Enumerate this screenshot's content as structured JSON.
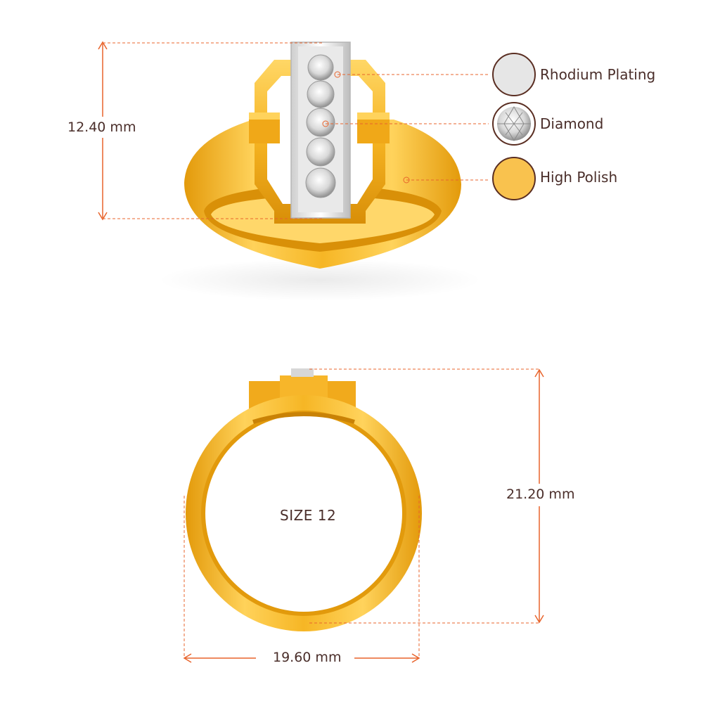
{
  "dimensions": {
    "height": "12.40 mm",
    "outer_diameter": "21.20 mm",
    "width": "19.60 mm"
  },
  "ring_size": "SIZE 12",
  "legend": [
    {
      "label": "Rhodium Plating",
      "swatch": "rhodium-swatch",
      "color": "#e4e4e4"
    },
    {
      "label": "Diamond",
      "swatch": "diamond-swatch",
      "color": "#d8d8d8"
    },
    {
      "label": "High Polish",
      "swatch": "gold-swatch",
      "color": "#f9c24e"
    }
  ],
  "colors": {
    "dimension_line": "#e8642c",
    "swatch_border": "#5a2e22",
    "gold": "#f5b321",
    "gold_dark": "#d58a06",
    "gold_light": "#ffd35c",
    "text": "#4a2e2a"
  }
}
